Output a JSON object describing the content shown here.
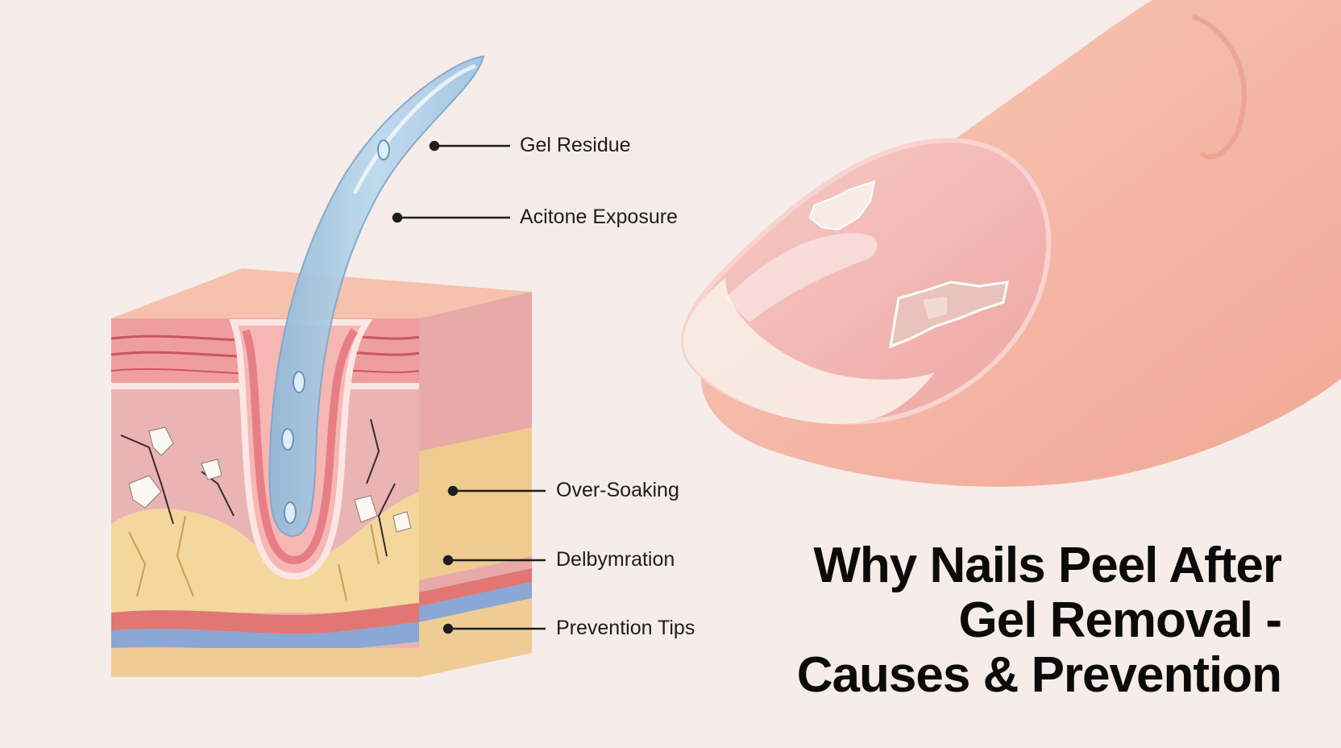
{
  "diagram": {
    "callouts": [
      {
        "id": "gel-residue",
        "label": "Gel Residue"
      },
      {
        "id": "acetone-exposure",
        "label": "Acitone Exposure"
      },
      {
        "id": "over-soaking",
        "label": "Over-Soaking"
      },
      {
        "id": "dehydration",
        "label": "Delbymration"
      },
      {
        "id": "prevention-tips",
        "label": "Prevention Tips"
      }
    ],
    "title_lines": [
      "Why Nails Peel After",
      "Gel Removal -",
      "Causes & Prevention"
    ]
  },
  "colors": {
    "background": "#f6ecea",
    "gel": "#a9cde6",
    "skin": "#f2a99a",
    "dermis": "#eab3b4",
    "fat": "#f3d79d",
    "vessel_red": "#e3706e",
    "vessel_blue": "#8aa9d8",
    "title": "#0b0b0b"
  }
}
